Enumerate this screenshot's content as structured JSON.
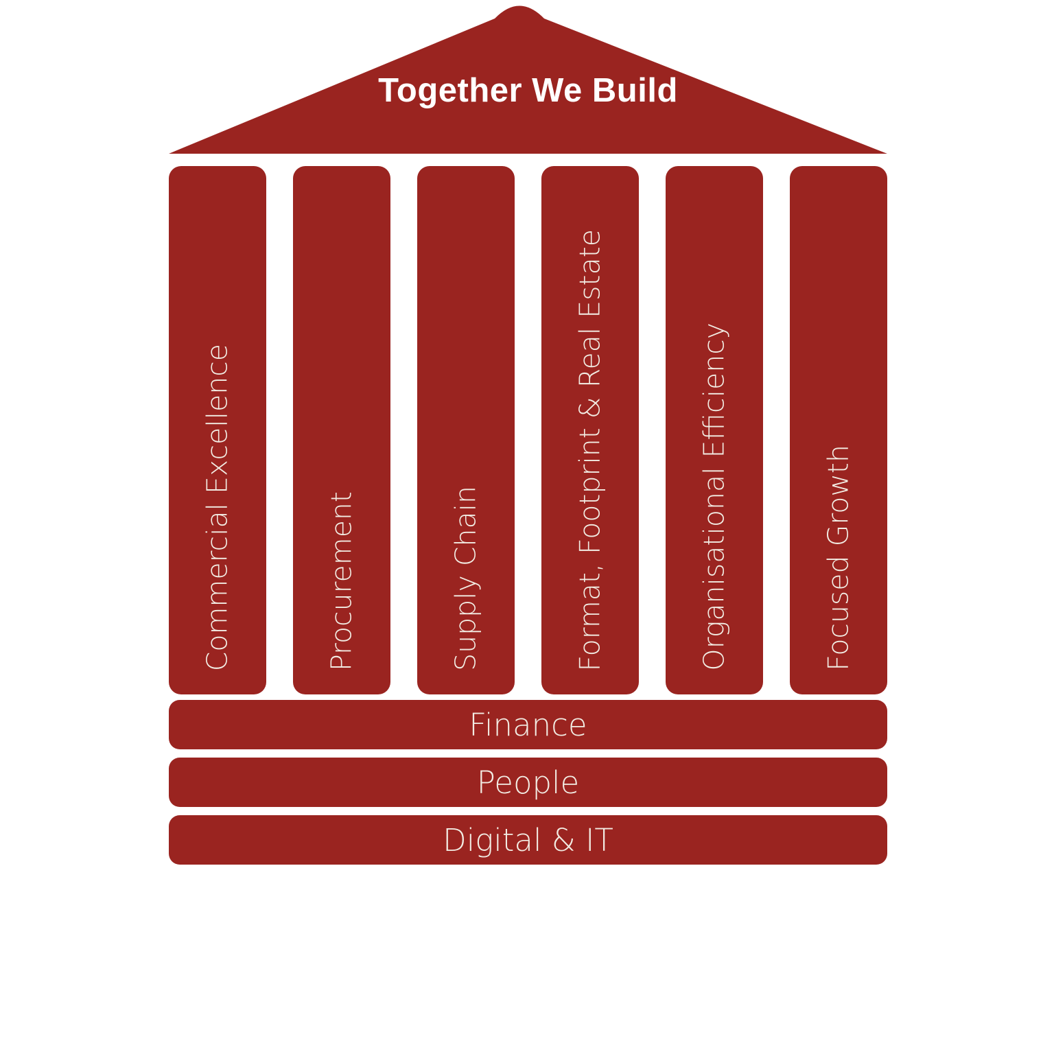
{
  "colors": {
    "brick_red": "#9A2420",
    "text_cream": "#F2ECE3",
    "title_white": "#FFFFFF",
    "background": "#FFFFFF"
  },
  "roof": {
    "title": "Together We Build"
  },
  "pillars": [
    {
      "label": "Commercial Excellence"
    },
    {
      "label": "Procurement"
    },
    {
      "label": "Supply Chain"
    },
    {
      "label": "Format, Footprint & Real Estate"
    },
    {
      "label": "Organisational Efficiency"
    },
    {
      "label": "Focused Growth"
    }
  ],
  "foundations": [
    {
      "label": "Finance"
    },
    {
      "label": "People"
    },
    {
      "label": "Digital & IT"
    }
  ]
}
